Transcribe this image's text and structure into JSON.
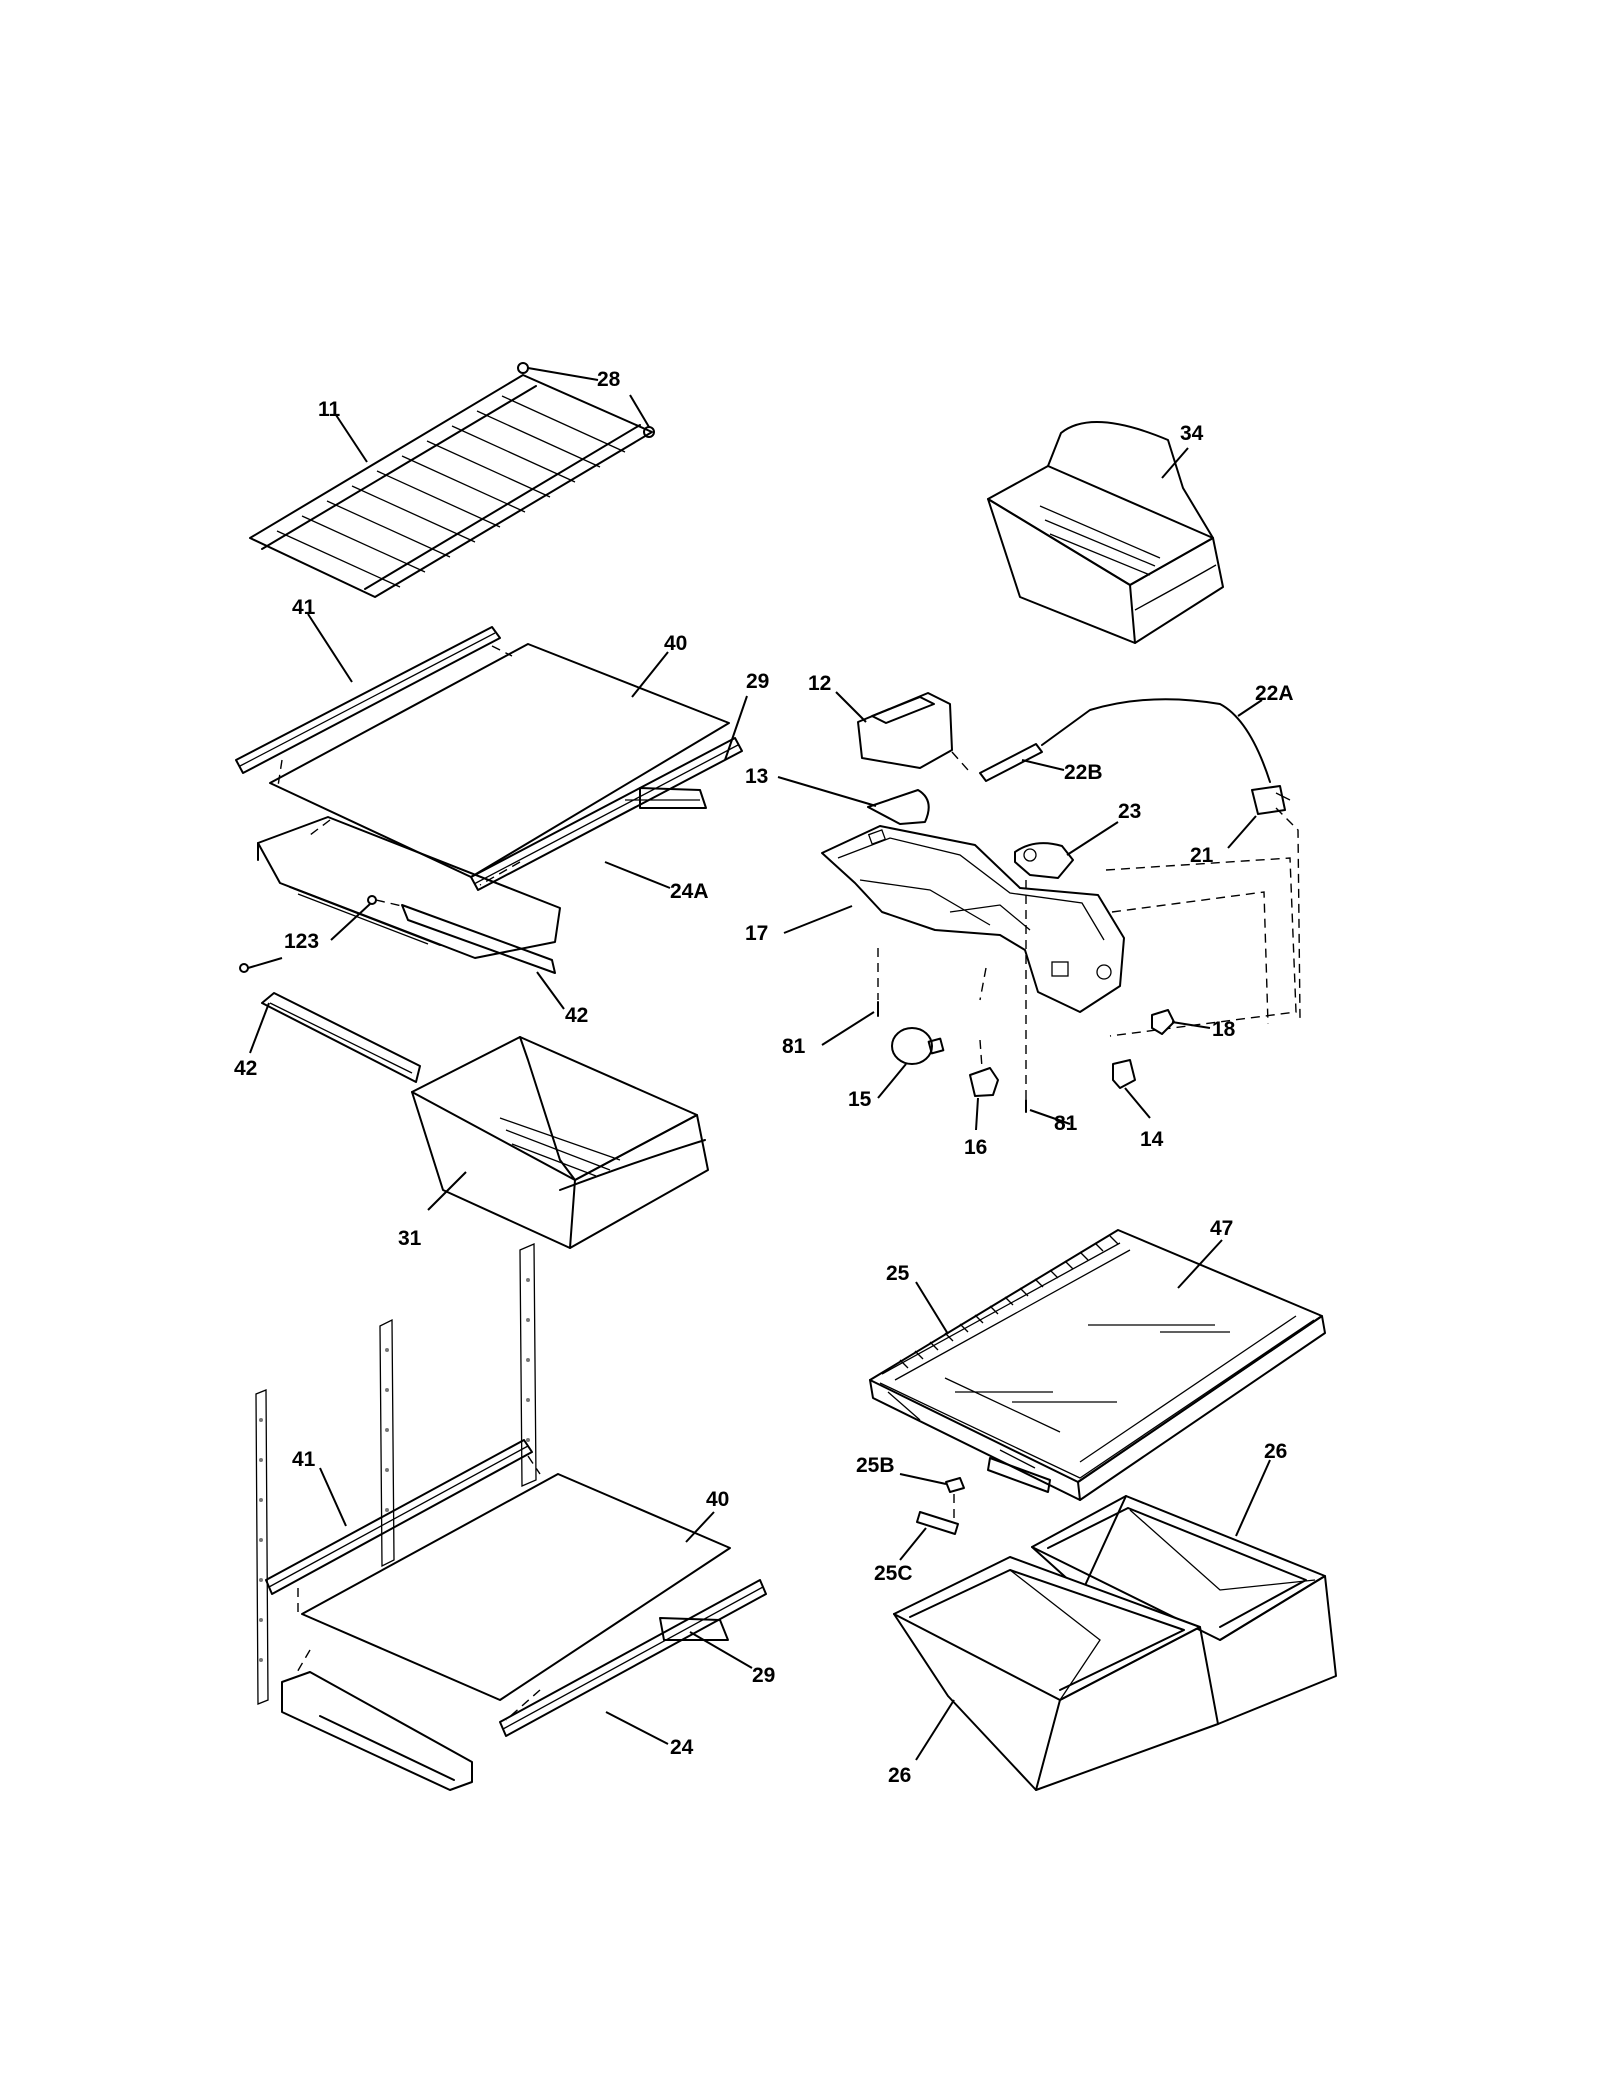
{
  "callouts": {
    "c11": "11",
    "c28": "28",
    "c34": "34",
    "c41_top": "41",
    "c40_top": "40",
    "c29_top": "29",
    "c12": "12",
    "c22a": "22A",
    "c22b": "22B",
    "c13": "13",
    "c23": "23",
    "c21": "21",
    "c24a": "24A",
    "c17": "17",
    "c123": "123",
    "c42_right": "42",
    "c42_left": "42",
    "c81_left": "81",
    "c18": "18",
    "c15": "15",
    "c16": "16",
    "c14": "14",
    "c81_right": "81",
    "c31": "31",
    "c47": "47",
    "c25": "25",
    "c41_bottom": "41",
    "c40_bottom": "40",
    "c25b": "25B",
    "c26_right": "26",
    "c25c": "25C",
    "c29_bottom": "29",
    "c24": "24",
    "c26_left": "26"
  },
  "parts": {
    "p11": "wire-shelf",
    "p28": "shelf-end-caps",
    "p34": "bin",
    "p41": "shelf-front-trim",
    "p40": "glass-shelf",
    "p29": "shelf-rear-trim",
    "p12": "light-shield",
    "p22a": "wiring-harness",
    "p22b": "tube",
    "p13": "light-lens",
    "p23": "control-thermostat",
    "p21": "switch-box",
    "p24a": "shelf-frame",
    "p17": "control-housing",
    "p123": "screw",
    "p42": "shelf-support-bracket",
    "p81": "screw",
    "p18": "knob",
    "p15": "light-bulb",
    "p16": "lamp-socket",
    "p14": "light-switch",
    "p31": "drawer",
    "p47": "crisper-cover-glass",
    "p25": "crisper-cover-frame",
    "p25b": "humidity-slide",
    "p25c": "humidity-control",
    "p26": "crisper-drawers",
    "p24": "shelf-frame"
  }
}
